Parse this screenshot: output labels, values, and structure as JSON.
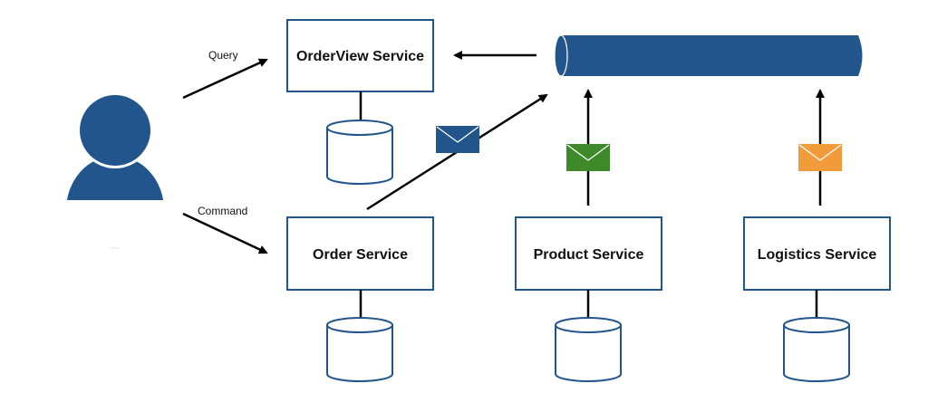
{
  "diagram": {
    "colors": {
      "primary": "#22558c",
      "command_event": "#22558c",
      "product_event": "#3e8a2a",
      "logistics_event": "#f19b3a",
      "line": "#000000",
      "background": "#ffffff"
    },
    "actor": {
      "name": "user",
      "icon": "person-icon"
    },
    "edges": {
      "query_label": "Query",
      "command_label": "Command"
    },
    "services": {
      "orderview": {
        "label": "OrderView Service"
      },
      "order": {
        "label": "Order Service"
      },
      "product": {
        "label": "Product Service"
      },
      "logistics": {
        "label": "Logistics Service"
      }
    },
    "message_bus": {
      "icon": "message-queue-icon"
    },
    "databases": {
      "icon": "database-icon"
    },
    "messages": [
      {
        "from": "Order Service",
        "color_key": "command_event",
        "icon": "envelope-icon"
      },
      {
        "from": "Product Service",
        "color_key": "product_event",
        "icon": "envelope-icon"
      },
      {
        "from": "Logistics Service",
        "color_key": "logistics_event",
        "icon": "envelope-icon"
      }
    ]
  }
}
